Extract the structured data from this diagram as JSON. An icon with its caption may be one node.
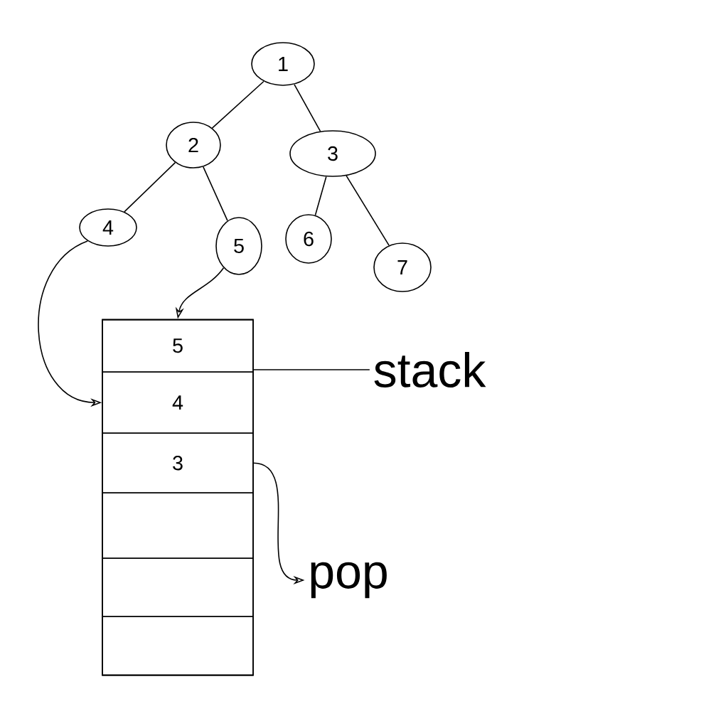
{
  "diagram": {
    "nodes": [
      {
        "text": [
          "1"
        ]
      },
      {
        "text": [
          "2"
        ]
      },
      {
        "text": [
          "3"
        ]
      },
      {
        "text": [
          "4"
        ]
      },
      {
        "text": [
          "5"
        ]
      },
      {
        "text": [
          "6"
        ]
      },
      {
        "text": [
          "7"
        ]
      },
      {
        "text": [],
        "shape": "box"
      },
      {
        "text": [
          "5"
        ],
        "in": 7
      },
      {
        "text": [
          "4"
        ],
        "in": 7
      },
      {
        "text": [
          "3"
        ],
        "in": 7
      },
      {
        "text": [],
        "shape": "box",
        "in": 7
      },
      {
        "text": [],
        "shape": "box",
        "in": 7
      },
      {
        "text": [],
        "shape": "box",
        "in": 7
      },
      {
        "text": [
          "stack"
        ]
      },
      {
        "text": [
          "pop"
        ]
      }
    ],
    "edges": [
      {
        "from": 0,
        "to": 1,
        "arrow": "none"
      },
      {
        "from": 0,
        "to": 2,
        "arrow": "none"
      },
      {
        "from": 1,
        "to": 3,
        "arrow": "none"
      },
      {
        "from": 1,
        "to": 4,
        "arrow": "none"
      },
      {
        "from": 2,
        "to": 5,
        "arrow": "none"
      },
      {
        "from": 2,
        "to": 6,
        "arrow": "none"
      },
      {
        "from": 3,
        "to": 9,
        "arrow": "to"
      },
      {
        "from": 4,
        "to": 8,
        "arrow": "to"
      },
      {
        "from": 14,
        "to": 7,
        "arrow": "none"
      },
      {
        "from": 10,
        "to": 15,
        "arrow": "to"
      }
    ]
  }
}
